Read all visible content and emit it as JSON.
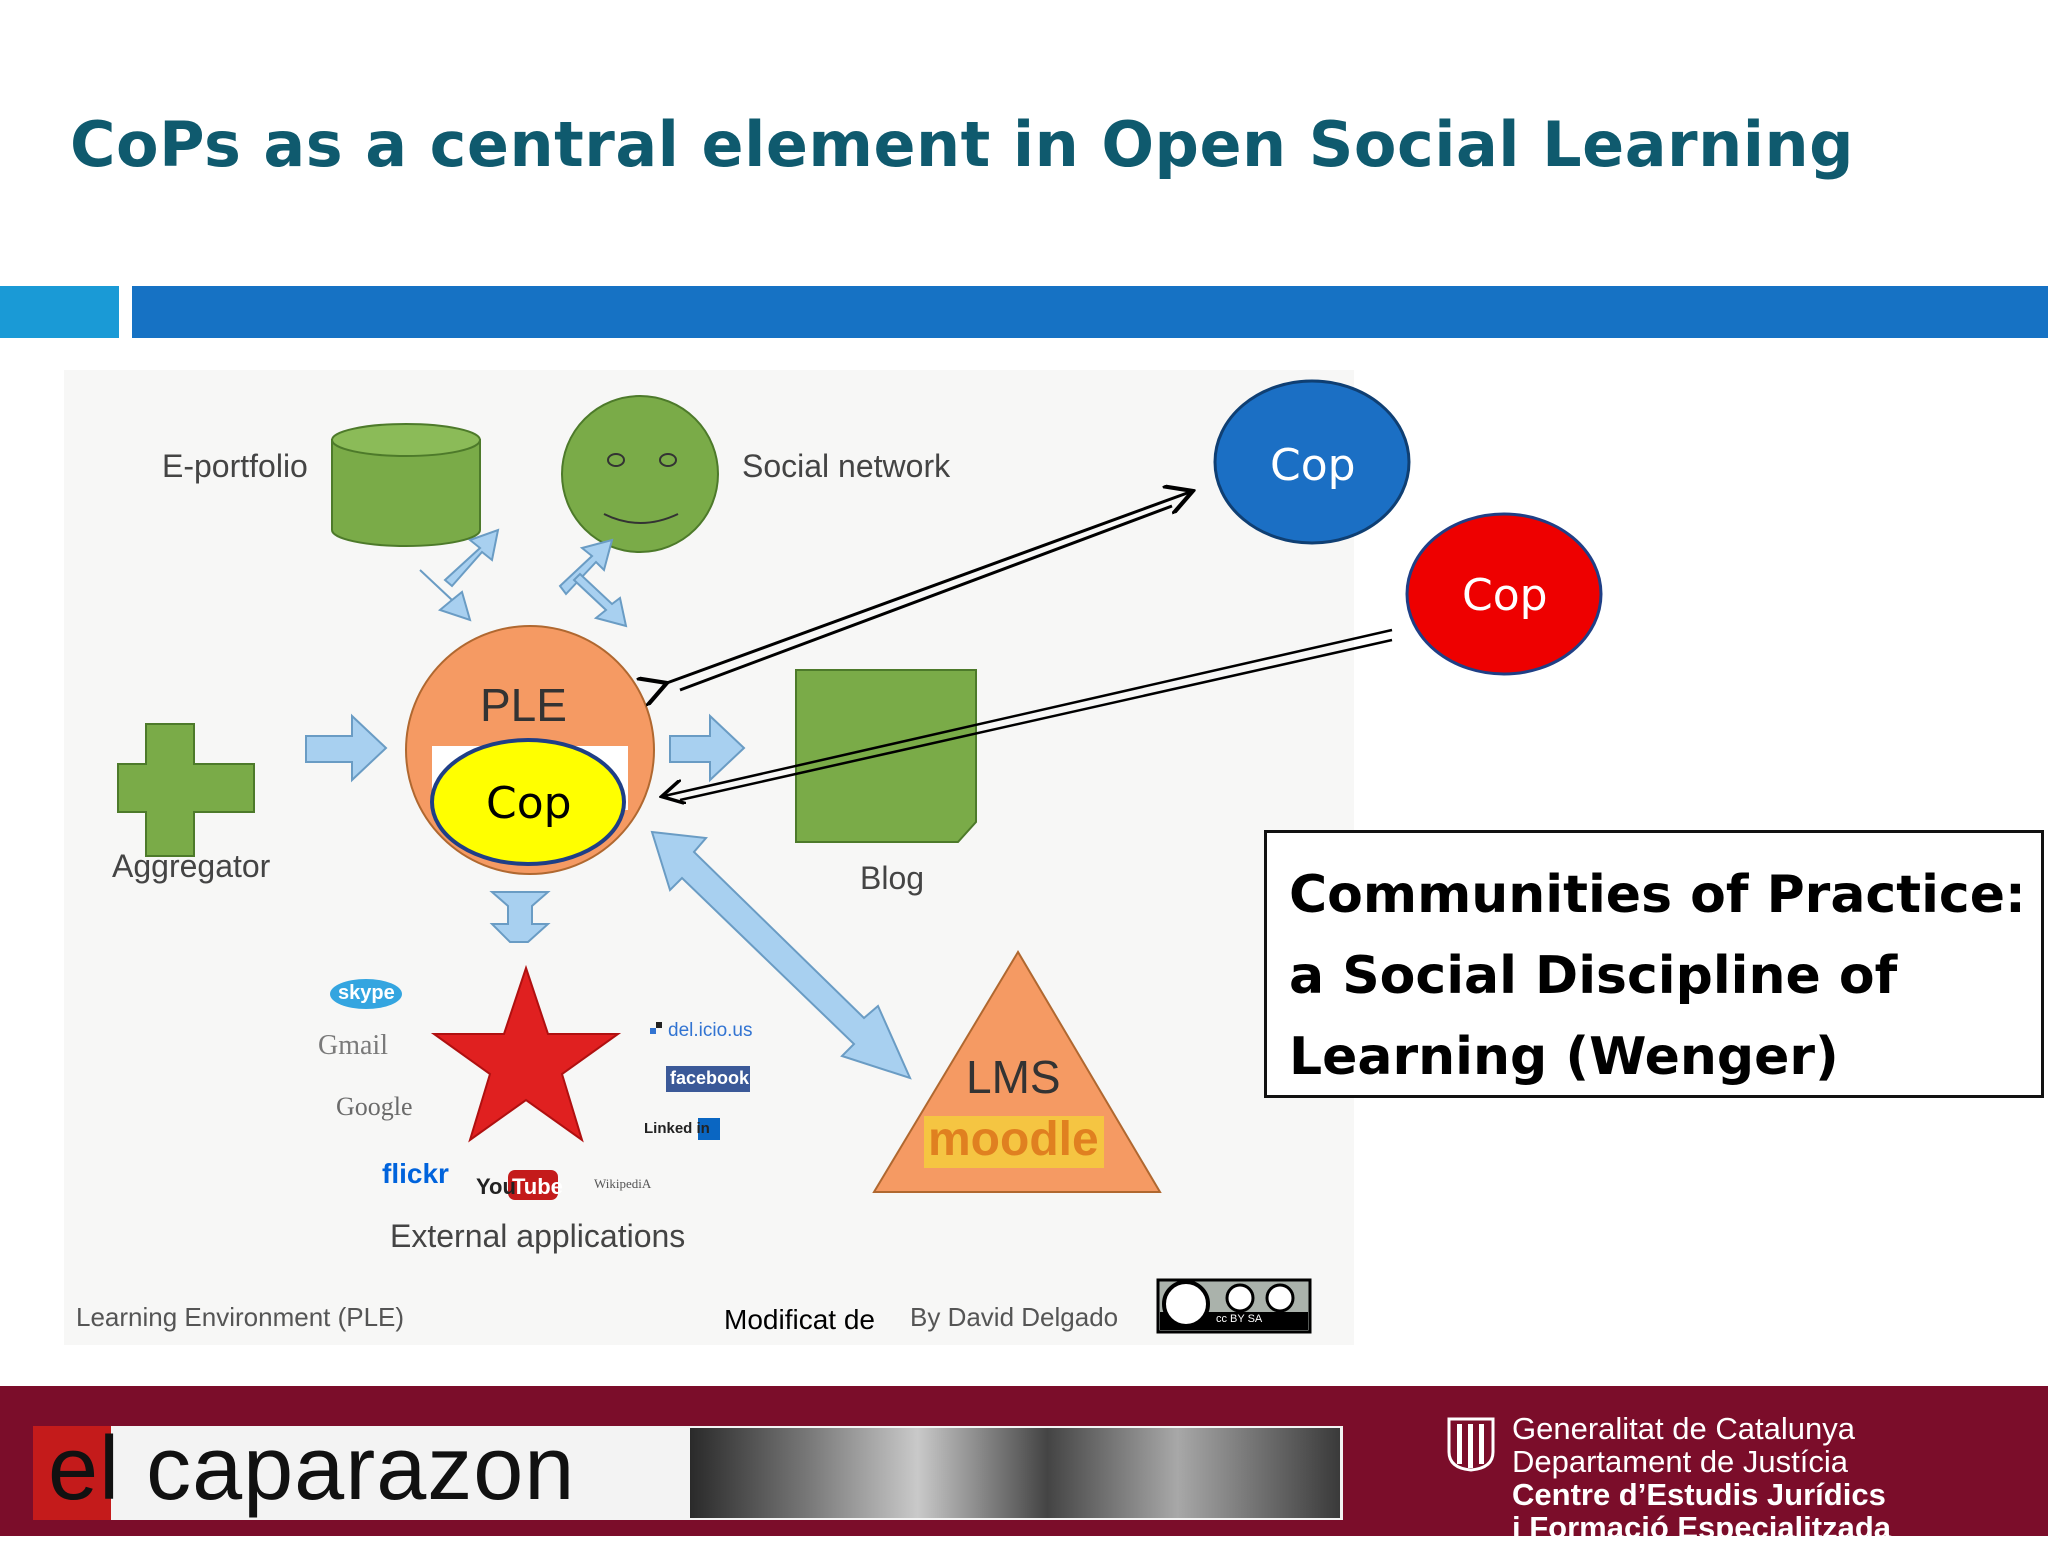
{
  "slide": {
    "title": "CoPs as a central element in Open Social Learning"
  },
  "diagram": {
    "labels": {
      "eportfolio": "E-portfolio",
      "social_network": "Social network",
      "ple": "PLE",
      "aggregator": "Aggregator",
      "blog": "Blog",
      "lms": "LMS",
      "moodle": "moodle",
      "external_apps": "External applications",
      "skype": "skype",
      "gmail": "Gmail",
      "google": "Google",
      "flickr": "flickr",
      "youtube_you": "You",
      "youtube_tube": "Tube",
      "wikipedia": "WikipediA",
      "delicious": "del.icio.us",
      "facebook": "facebook",
      "linkedin": "Linked in",
      "caption_left": "Learning Environment (PLE)",
      "modificat": "Modificat de",
      "author": "By David Delgado",
      "cc_license": "cc BY SA"
    },
    "cops": [
      {
        "label": "Cop",
        "color": "#1b6fc4"
      },
      {
        "label": "Cop",
        "color": "#ee0000"
      },
      {
        "label": "Cop",
        "color": "#ffff00"
      }
    ]
  },
  "textbox": {
    "lines": [
      "Communities of Practice:",
      "a Social Discipline of",
      "Learning (Wenger)"
    ]
  },
  "footer": {
    "logo_e": "e",
    "logo_rest": "l caparazon",
    "gen_line1": "Generalitat de Catalunya",
    "gen_line2": "Departament de Justícia",
    "gen_line3": "Centre d’Estudis Jurídics",
    "gen_line4": "i Formació Especialitzada"
  },
  "colors": {
    "title": "#0f5a6e",
    "accent_bar": "#1672c4",
    "accent_bar_light": "#1a9ad6",
    "footer_bg": "#7b0d2a",
    "green_shapes": "#7aab48",
    "orange_shapes": "#f59a63",
    "arrow_fill": "#a8d0f0"
  }
}
